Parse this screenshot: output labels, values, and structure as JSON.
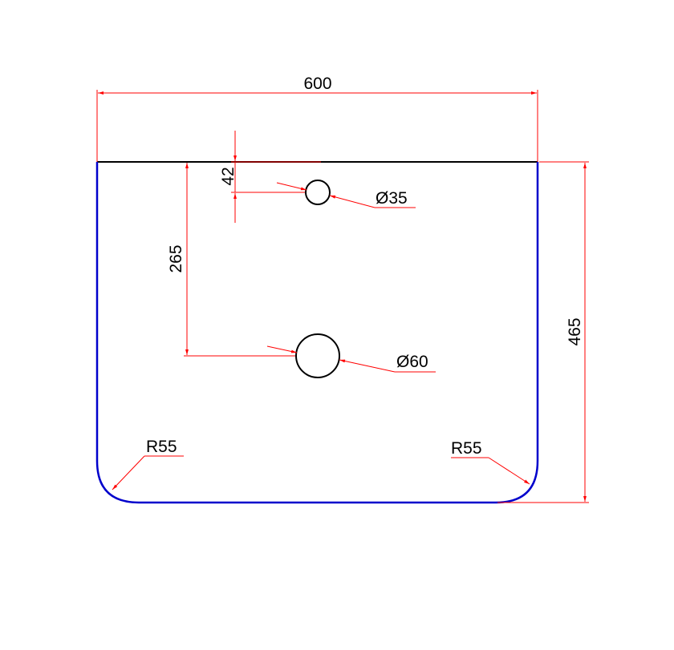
{
  "colors": {
    "outline": "#0000cc",
    "top_edge": "#000000",
    "dimension": "#ff0000",
    "holes": "#000000"
  },
  "dimensions": {
    "width": "600",
    "height": "465",
    "small_hole_offset": "42",
    "large_hole_offset": "265",
    "small_hole_diameter": "Ø35",
    "large_hole_diameter": "Ø60",
    "left_radius": "R55",
    "right_radius": "R55"
  }
}
